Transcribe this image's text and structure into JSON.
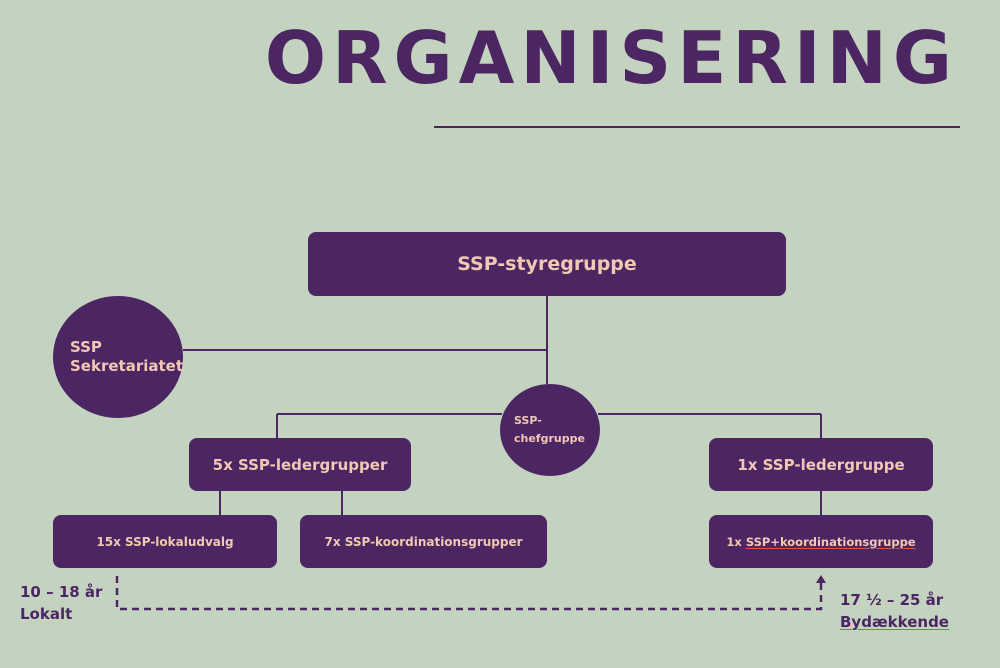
{
  "title": "ORGANISERING",
  "nodes": {
    "styregruppe": "SSP-styregruppe",
    "sekretariatet_line1": "SSP",
    "sekretariatet_line2": "Sekretariatet",
    "chefgruppe_line1": "SSP-",
    "chefgruppe_line2": "chefgruppe",
    "ledergrupper_5x": "5x SSP-ledergrupper",
    "ledergruppe_1x": "1x SSP-ledergruppe",
    "lokaludvalg": "15x SSP-lokaludvalg",
    "koordinationsgrupper_7x": "7x SSP-koordinationsgrupper",
    "koordinationsgruppe_prefix": "1x ",
    "koordinationsgruppe_name": "SSP+koordinationsgruppe"
  },
  "notes": {
    "left_age": "10 – 18 år",
    "left_scope": "Lokalt",
    "right_age": "17 ½ – 25 år",
    "right_scope": "Bydækkende"
  },
  "colors": {
    "background": "#c3d3c0",
    "box": "#4c2563",
    "box_text": "#f1c8b3",
    "accent_underline": "#d9534f"
  }
}
